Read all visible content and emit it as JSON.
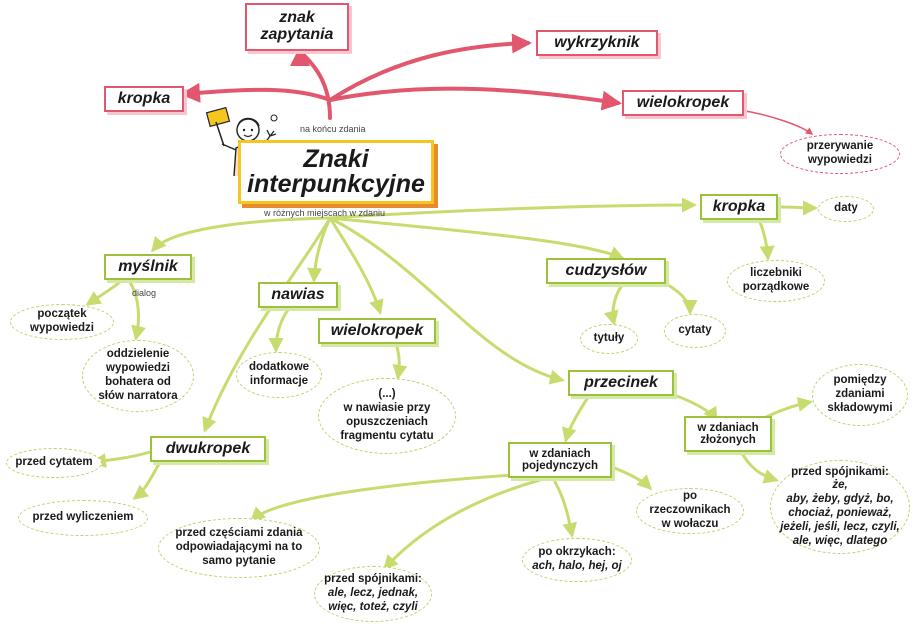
{
  "center": {
    "title_line1": "Znaki",
    "title_line2": "interpunkcyjne",
    "note_top": "na końcu zdania",
    "note_bottom": "w różnych miejscach w zdaniu"
  },
  "end_marks": {
    "question": "znak\nzapytania",
    "exclamation": "wykrzyknik",
    "period": "kropka",
    "ellipsis": "wielokropek",
    "ellipsis_note": "przerywanie\nwypowiedzi"
  },
  "inner_marks": {
    "period": {
      "label": "kropka",
      "uses": [
        "daty",
        "liczebniki\nporządkowe"
      ]
    },
    "dash": {
      "label": "myślnik",
      "note": "dialog",
      "uses": [
        "początek\nwypowiedzi",
        "oddzielenie\nwypowiedzi\nbohatera od\nsłów narratora"
      ]
    },
    "parenthesis": {
      "label": "nawias",
      "uses": [
        "dodatkowe\ninformacje"
      ]
    },
    "ellipsis": {
      "label": "wielokropek",
      "uses": [
        "(...)\nw nawiasie przy\nopuszczeniach\nfragmentu cytatu"
      ]
    },
    "quotes": {
      "label": "cudzysłów",
      "uses": [
        "tytuły",
        "cytaty"
      ]
    },
    "colon": {
      "label": "dwukropek",
      "uses": [
        "przed cytatem",
        "przed wyliczeniem"
      ]
    },
    "comma": {
      "label": "przecinek",
      "simple": {
        "label": "w zdaniach\npojedynczych",
        "uses": [
          "przed częściami zdania\nodpowiadającymi na to\nsamo pytanie",
          "po rzeczownikach\nw wołaczu"
        ],
        "conj_label": "przed spójnikami:",
        "conj_examples": "ale, lecz, jednak,\nwięc, toteż, czyli",
        "excl_label": "po okrzykach:",
        "excl_examples": "ach, halo, hej, oj"
      },
      "complex": {
        "label": "w zdaniach\nzłożonych",
        "between": "pomiędzy\nzdaniami\nskładowymi",
        "conj_label": "przed spójnikami:",
        "conj_examples": "że,\naby, żeby, gdyż, bo,\nchociaż, ponieważ,\njeżeli, jeśli, lecz, czyli,\nale, więc, dlatego"
      }
    }
  },
  "colors": {
    "red": "#e2566e",
    "green": "#9cc23c",
    "yellow": "#f6c520",
    "orange": "#e88b2e"
  }
}
